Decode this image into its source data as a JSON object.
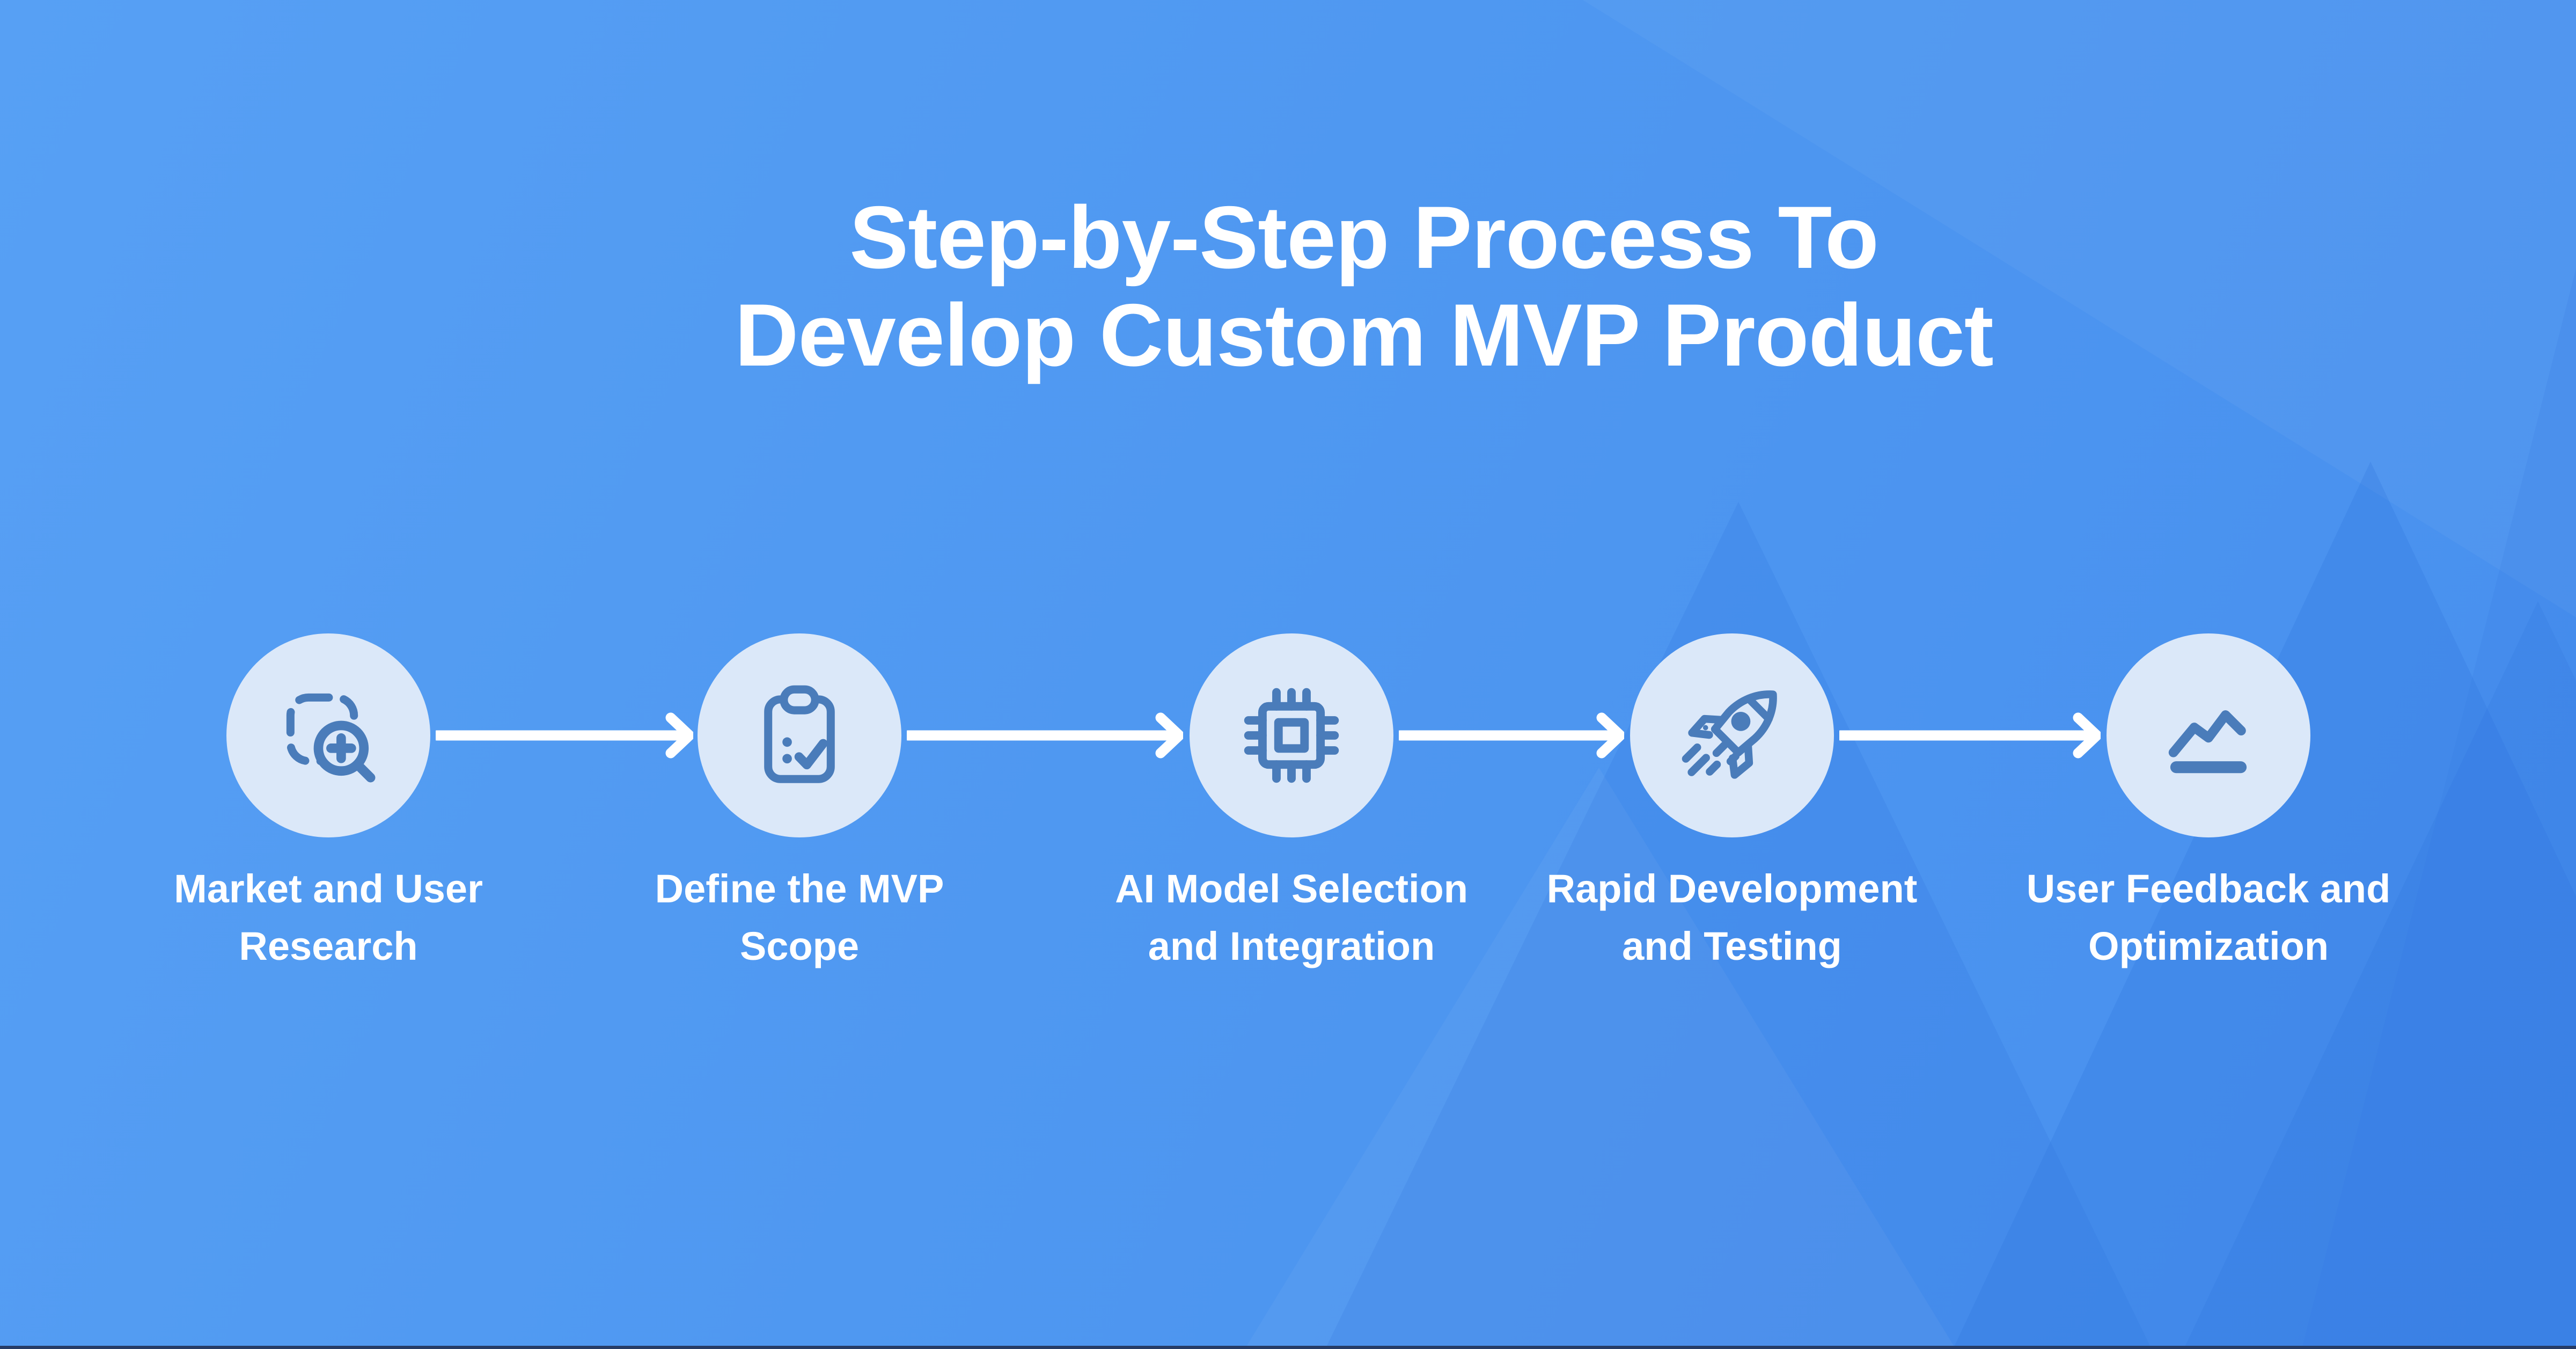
{
  "title": {
    "line1": "Step-by-Step Process To",
    "line2": "Develop Custom MVP Product"
  },
  "steps": [
    {
      "icon": "area-search-icon",
      "label_line1": "Market and User",
      "label_line2": "Research"
    },
    {
      "icon": "clipboard-check-icon",
      "label_line1": "Define the MVP",
      "label_line2": "Scope"
    },
    {
      "icon": "ai-chip-icon",
      "label_line1": "AI Model Selection",
      "label_line2": "and Integration"
    },
    {
      "icon": "rocket-icon",
      "label_line1": "Rapid Development",
      "label_line2": "and Testing"
    },
    {
      "icon": "line-chart-icon",
      "label_line1": "User Feedback and",
      "label_line2": "Optimization"
    }
  ],
  "colors": {
    "background": "#4f98f1",
    "background_triangle_shade": "#2f74dd",
    "circle_fill": "#dbe8f9",
    "icon_stroke": "#4a7cba",
    "arrow": "#ffffff",
    "text": "#ffffff",
    "bottom_bar": "#263c66"
  }
}
